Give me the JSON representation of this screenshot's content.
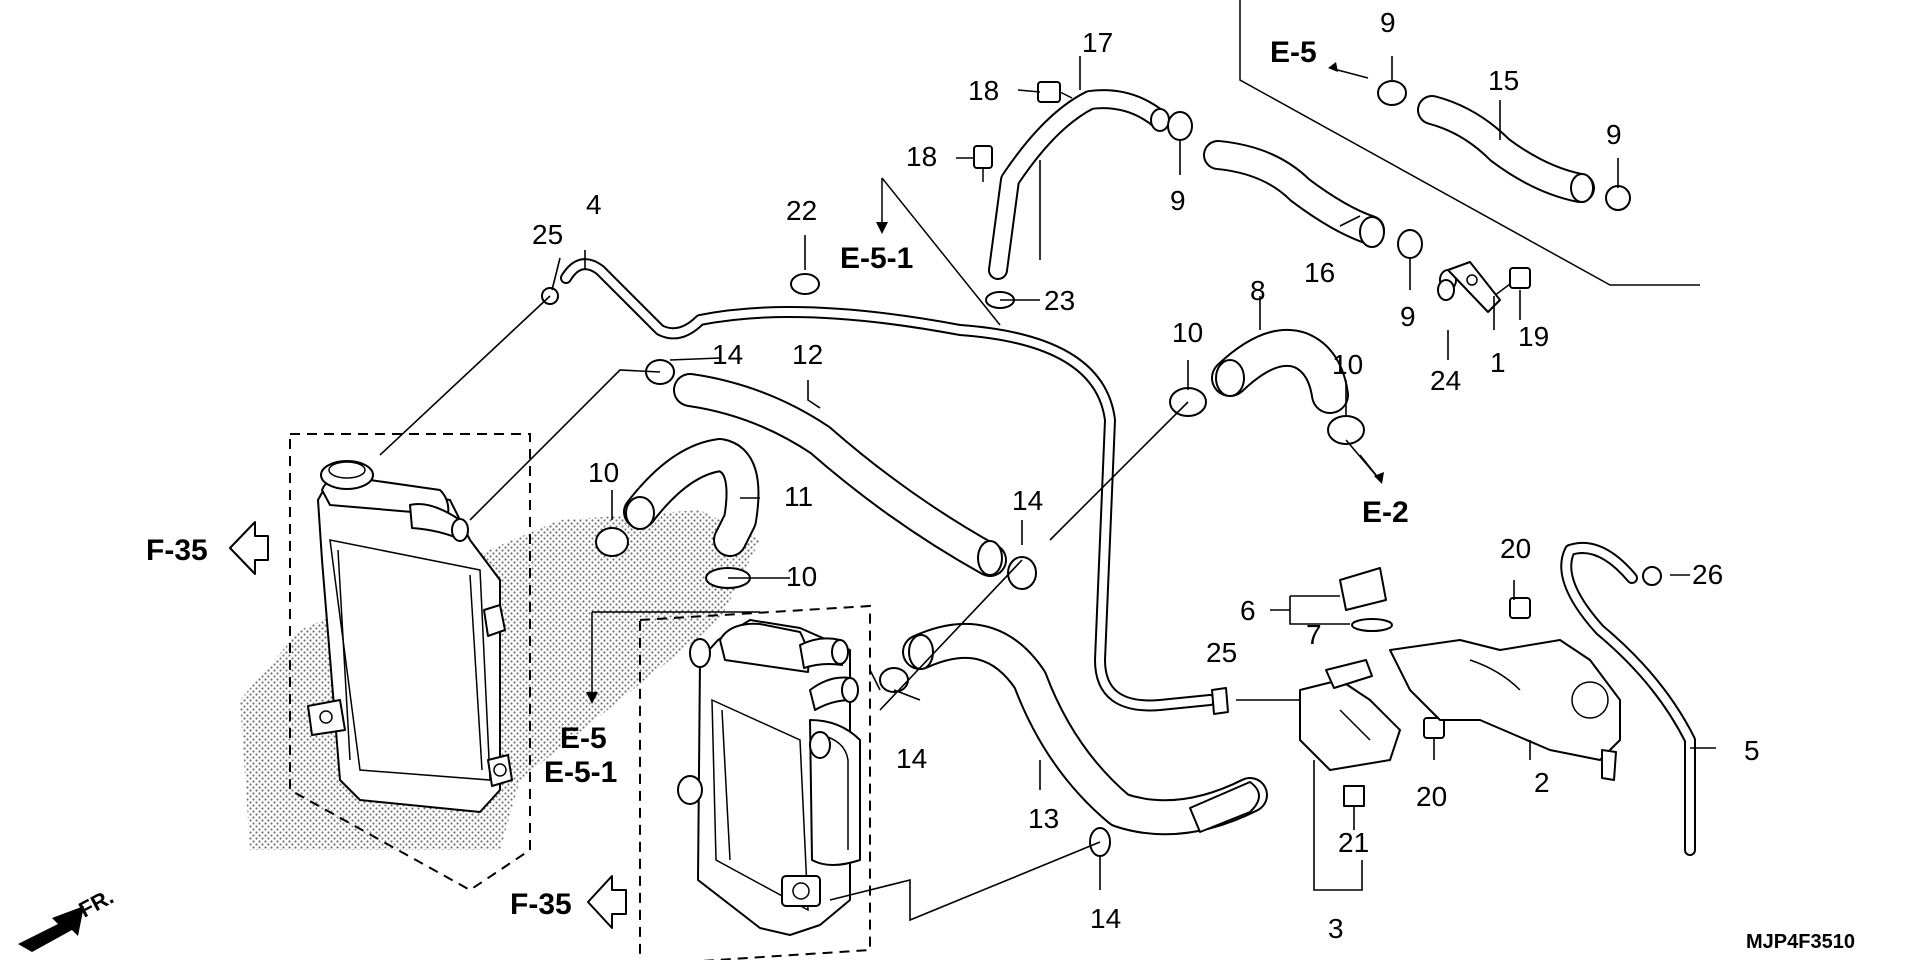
{
  "diagram": {
    "code": "MJP4F3510",
    "direction_label": "FR.",
    "cross_refs": [
      "F-35",
      "E-5",
      "E-5-1",
      "E-2"
    ],
    "part_numbers": [
      "1",
      "2",
      "3",
      "4",
      "5",
      "6",
      "7",
      "8",
      "9",
      "10",
      "11",
      "12",
      "13",
      "14",
      "15",
      "16",
      "17",
      "18",
      "19",
      "20",
      "21",
      "22",
      "23",
      "24",
      "25",
      "26"
    ]
  },
  "refs": {
    "f35_upper": "F-35",
    "f35_lower": "F-35",
    "e5_top": "E-5",
    "e51_top": "E-5-1",
    "e5_mid": "E-5",
    "e51_mid": "E-5-1",
    "e2": "E-2"
  },
  "labels": {
    "p1": "1",
    "p2": "2",
    "p3": "3",
    "p4": "4",
    "p5": "5",
    "p6": "6",
    "p7": "7",
    "p8": "8",
    "p9a": "9",
    "p9b": "9",
    "p9c": "9",
    "p9d": "9",
    "p10a": "10",
    "p10b": "10",
    "p10c": "10",
    "p10d": "10",
    "p11": "11",
    "p12": "12",
    "p13": "13",
    "p14a": "14",
    "p14b": "14",
    "p14c": "14",
    "p14d": "14",
    "p15": "15",
    "p16": "16",
    "p17": "17",
    "p18a": "18",
    "p18b": "18",
    "p19": "19",
    "p20a": "20",
    "p20b": "20",
    "p21": "21",
    "p22": "22",
    "p23": "23",
    "p24": "24",
    "p25a": "25",
    "p25b": "25",
    "p26": "26"
  },
  "icons": {
    "front_arrow": "front-direction-arrow-icon",
    "ref_arrow": "hollow-left-arrow-icon"
  }
}
